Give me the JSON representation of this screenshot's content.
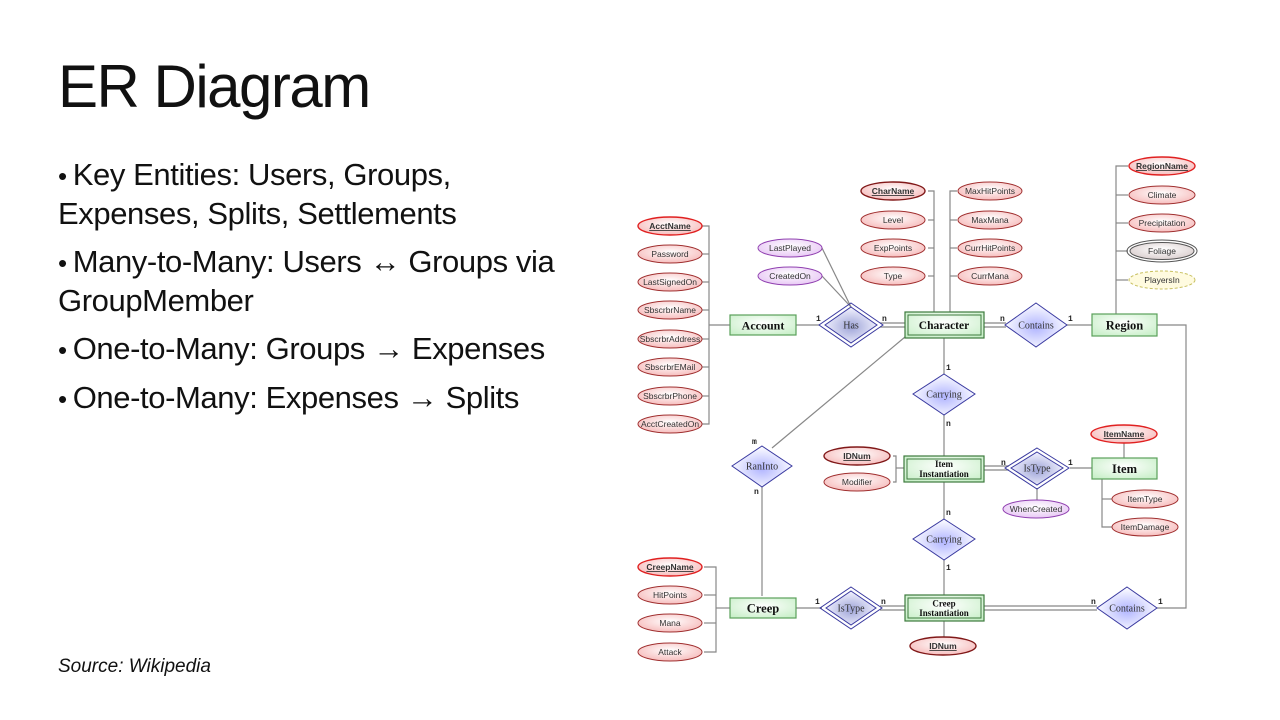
{
  "slide": {
    "title": "ER Diagram",
    "bullets": [
      "Key Entities: Users, Groups, Expenses, Splits, Settlements",
      "Many-to-Many: Users ↔ Groups via GroupMember",
      "One-to-Many: Groups → Expenses",
      "One-to-Many: Expenses → Splits"
    ],
    "bullet_symbol": "•",
    "source": "Source: Wikipedia"
  },
  "diagram": {
    "colors": {
      "entity_fill": "#d8f5d8",
      "entity_stroke": "#5aa05a",
      "weak_entity_stroke": "#3d7a3d",
      "attr_fill": "#fbd8d8",
      "attr_stroke": "#a03030",
      "key_attr_stroke": "#e02020",
      "rel_attr_fill": "#f0d8f8",
      "rel_attr_stroke": "#9040b0",
      "relationship_fill": "#d0d4ff",
      "relationship_stroke": "#3a3aa0",
      "multivalued_fill": "#e8e0e0",
      "derived_fill": "#fffbe0",
      "derived_stroke": "#c8c060"
    },
    "entities": {
      "account": "Account",
      "character": "Character",
      "region": "Region",
      "item_instantiation": [
        "Item",
        "Instantiation"
      ],
      "item": "Item",
      "creep": "Creep",
      "creep_instantiation": [
        "Creep",
        "Instantiation"
      ]
    },
    "relationships": {
      "has": "Has",
      "contains_top": "Contains",
      "carrying_top": "Carrying",
      "ran_into": "RanInto",
      "is_type_item": "IsType",
      "carrying_bottom": "Carrying",
      "is_type_creep": "IsType",
      "contains_bottom": "Contains"
    },
    "attributes": {
      "account": [
        "AcctName",
        "Password",
        "LastSignedOn",
        "SbscrbrName",
        "SbscrbrAddress",
        "SbscrbrEMail",
        "SbscrbrPhone",
        "AcctCreatedOn"
      ],
      "has": [
        "LastPlayed",
        "CreatedOn"
      ],
      "character_left": [
        "CharName",
        "Level",
        "ExpPoints",
        "Type"
      ],
      "character_right": [
        "MaxHitPoints",
        "MaxMana",
        "CurrHitPoints",
        "CurrMana"
      ],
      "region": [
        "RegionName",
        "Climate",
        "Precipitation",
        "Foliage",
        "PlayersIn"
      ],
      "item_instantiation": [
        "IDNum",
        "Modifier"
      ],
      "is_type_item": [
        "WhenCreated"
      ],
      "item": [
        "ItemName",
        "ItemType",
        "ItemDamage"
      ],
      "creep": [
        "CreepName",
        "HitPoints",
        "Mana",
        "Attack"
      ],
      "creep_instantiation": [
        "IDNum"
      ]
    },
    "cardinalities": {
      "account_has": "1",
      "has_character": "n",
      "character_contains": "n",
      "contains_region": "1",
      "character_carrying": "1",
      "carrying_iteminst": "n",
      "character_raninto": "m",
      "raninto_creep": "n",
      "iteminst_istype": "n",
      "istype_item": "1",
      "iteminst_carrying": "n",
      "carrying_creepinst": "1",
      "creep_istype": "1",
      "istype_creepinst": "n",
      "creepinst_contains": "n",
      "contains_region_bottom": "1"
    }
  }
}
